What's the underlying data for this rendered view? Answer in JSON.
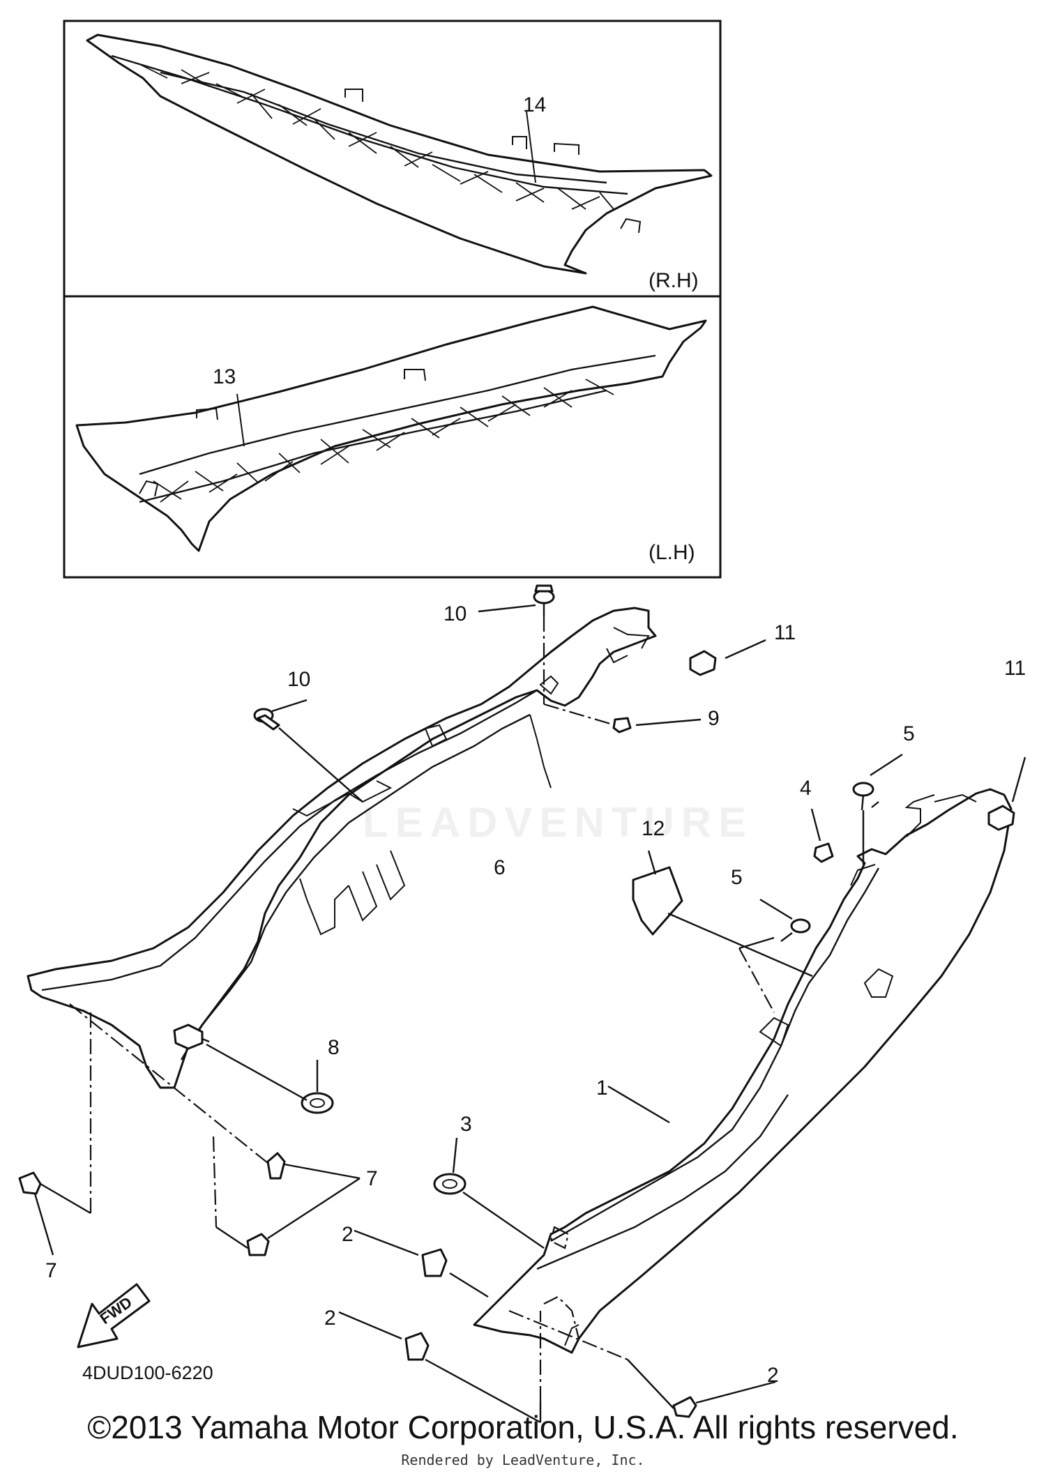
{
  "diagram_code": "4DUD100-6220",
  "copyright": "©2013 Yamaha Motor Corporation, U.S.A. All rights reserved.",
  "rendered_by": "Rendered by LeadVenture, Inc.",
  "watermark": "LEADVENTURE",
  "insets": {
    "right": {
      "label": "(R.H)",
      "part": "14"
    },
    "left": {
      "label": "(L.H)",
      "part": "13"
    }
  },
  "fwd_label": "FWD",
  "callouts": {
    "p1": "1",
    "p2a": "2",
    "p2b": "2",
    "p2c": "2",
    "p3": "3",
    "p4": "4",
    "p5a": "5",
    "p5b": "5",
    "p6": "6",
    "p7a": "7",
    "p7b": "7",
    "p8": "8",
    "p9": "9",
    "p10a": "10",
    "p10b": "10",
    "p11a": "11",
    "p11b": "11",
    "p12": "12"
  }
}
